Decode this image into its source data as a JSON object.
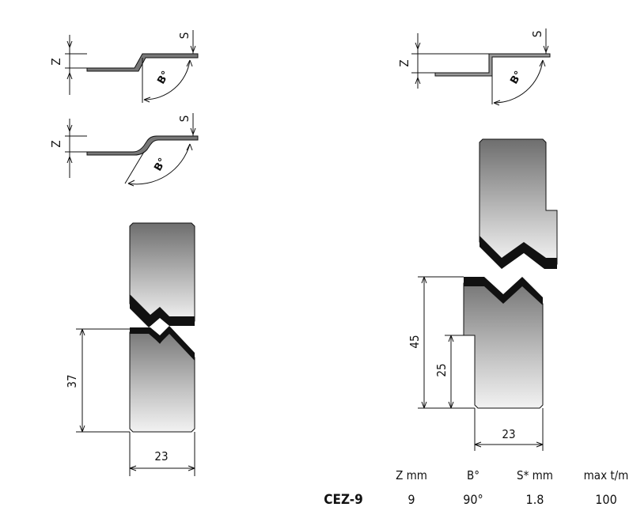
{
  "labels": {
    "z": "Z",
    "s": "S",
    "angle": "B°",
    "dim_37": "37",
    "dim_23_left": "23",
    "dim_45": "45",
    "dim_25": "25",
    "dim_23_right": "23"
  },
  "spec_table": {
    "headers": [
      "Z mm",
      "B°",
      "S* mm",
      "max t/m"
    ],
    "row": {
      "model": "CEZ-9",
      "values": [
        "9",
        "90°",
        "1.8",
        "100"
      ]
    }
  }
}
